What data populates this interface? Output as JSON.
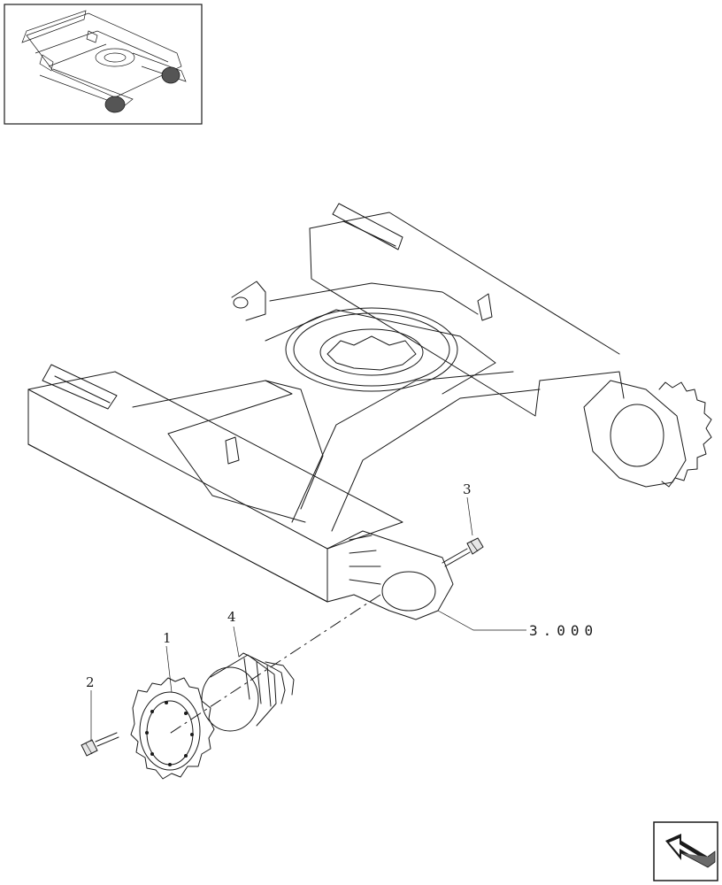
{
  "callouts": {
    "c1": "1",
    "c2": "2",
    "c3": "3",
    "c4": "4"
  },
  "reference": "3.000",
  "icons": {
    "thumbnail": "undercarriage-thumbnail-icon",
    "nav": "return-arrow-icon"
  }
}
